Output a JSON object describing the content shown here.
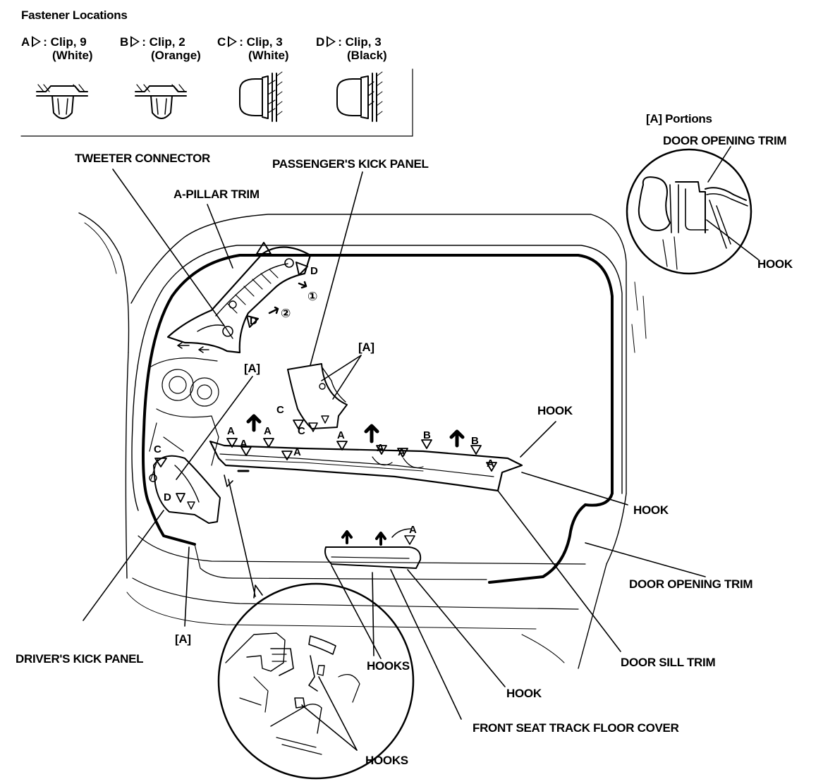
{
  "fastener_section": {
    "title": "Fastener Locations",
    "clips": [
      {
        "letter": "A",
        "desc": ": Clip, 9",
        "color": "(White)"
      },
      {
        "letter": "B",
        "desc": ": Clip, 2",
        "color": "(Orange)"
      },
      {
        "letter": "C",
        "desc": ": Clip, 3",
        "color": "(White)"
      },
      {
        "letter": "D",
        "desc": ": Clip, 3",
        "color": "(Black)"
      }
    ]
  },
  "inset_portions": {
    "title": "[A]  Portions",
    "door_opening_trim": "DOOR OPENING TRIM",
    "hook": "HOOK"
  },
  "labels": {
    "tweeter_connector": "TWEETER CONNECTOR",
    "a_pillar_trim": "A-PILLAR TRIM",
    "passengers_kick_panel": "PASSENGER'S KICK PANEL",
    "hook_upper": "HOOK",
    "hook_right": "HOOK",
    "door_opening_trim": "DOOR OPENING TRIM",
    "door_sill_trim": "DOOR SILL TRIM",
    "drivers_kick_panel": "DRIVER'S KICK PANEL",
    "hooks_mid": "HOOKS",
    "hook_lower": "HOOK",
    "front_seat_track_floor_cover": "FRONT SEAT TRACK FLOOR COVER",
    "hooks_bottom": "HOOKS",
    "portion_a1": "[A]",
    "portion_a2": "[A]",
    "portion_a3": "[A]"
  },
  "callouts": {
    "d1": "D",
    "d2": "D",
    "step1": "①",
    "step2": "②",
    "c_left": "C",
    "d_left": "D",
    "c_pass1": "C",
    "c_pass2": "C",
    "a1": "A",
    "a2": "A",
    "a3": "A",
    "a4": "A",
    "a5": "A",
    "a6": "A",
    "a7": "A",
    "a8": "A",
    "a9": "A",
    "b1": "B",
    "b2": "B"
  },
  "colors": {
    "ink": "#000000",
    "paper": "#ffffff"
  }
}
